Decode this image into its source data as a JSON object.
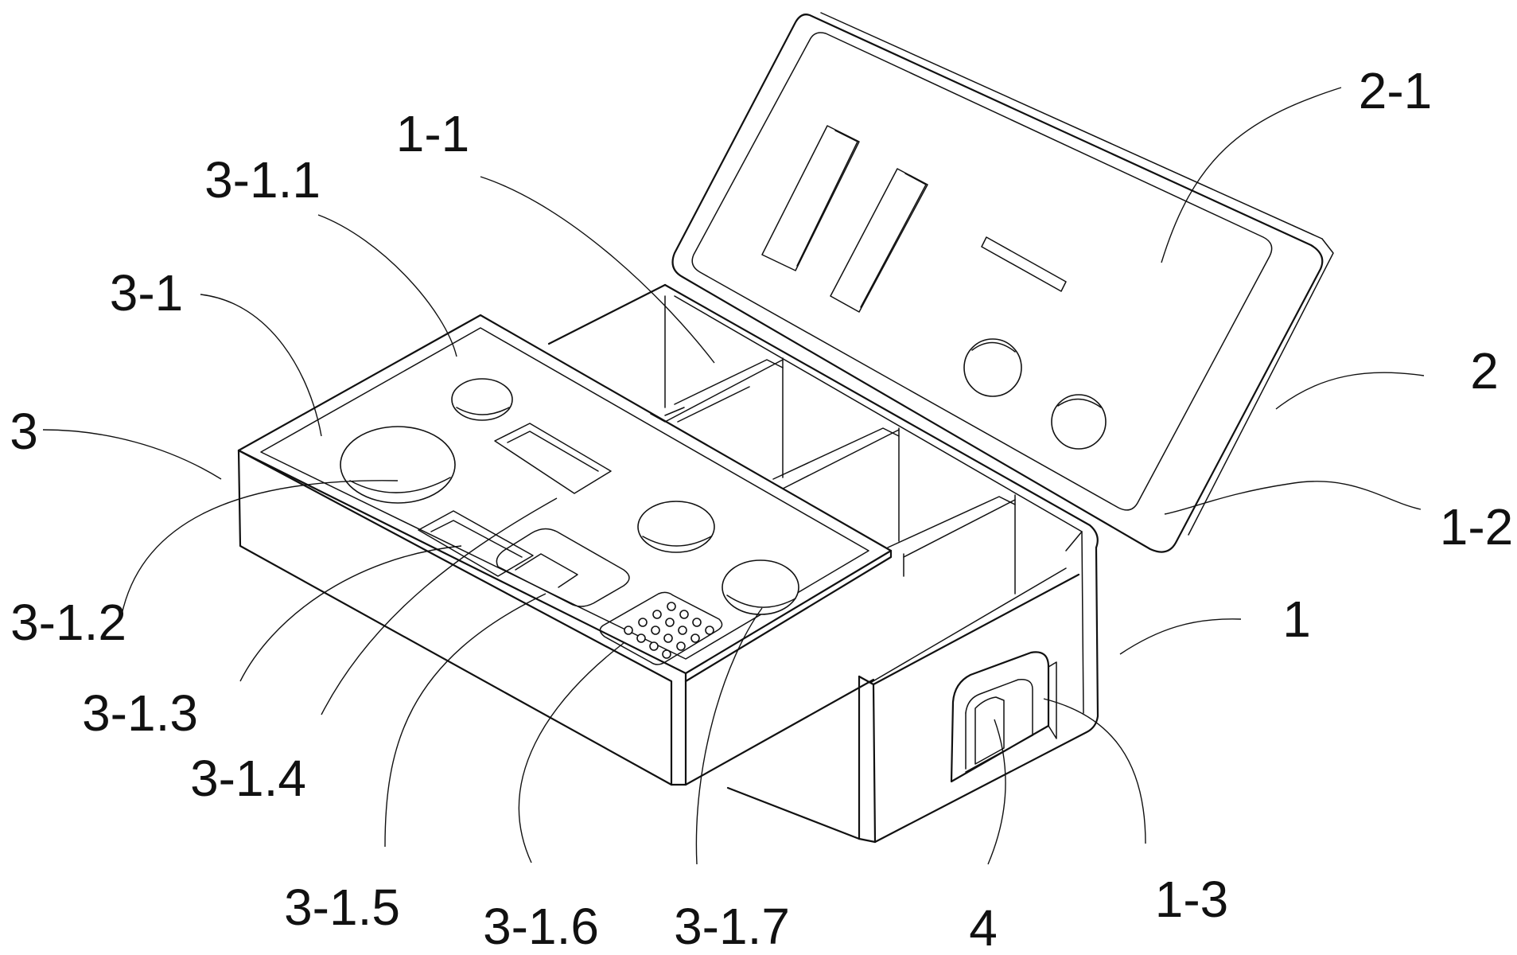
{
  "labels": {
    "l_2_1": "2-1",
    "l_1_1": "1-1",
    "l_3_1_1": "3-1.1",
    "l_3_1": "3-1",
    "l_3": "3",
    "l_2": "2",
    "l_1_2": "1-2",
    "l_1": "1",
    "l_3_1_2": "3-1.2",
    "l_3_1_3": "3-1.3",
    "l_3_1_4": "3-1.4",
    "l_3_1_5": "3-1.5",
    "l_3_1_6": "3-1.6",
    "l_3_1_7": "3-1.7",
    "l_4": "4",
    "l_1_3": "1-3"
  }
}
